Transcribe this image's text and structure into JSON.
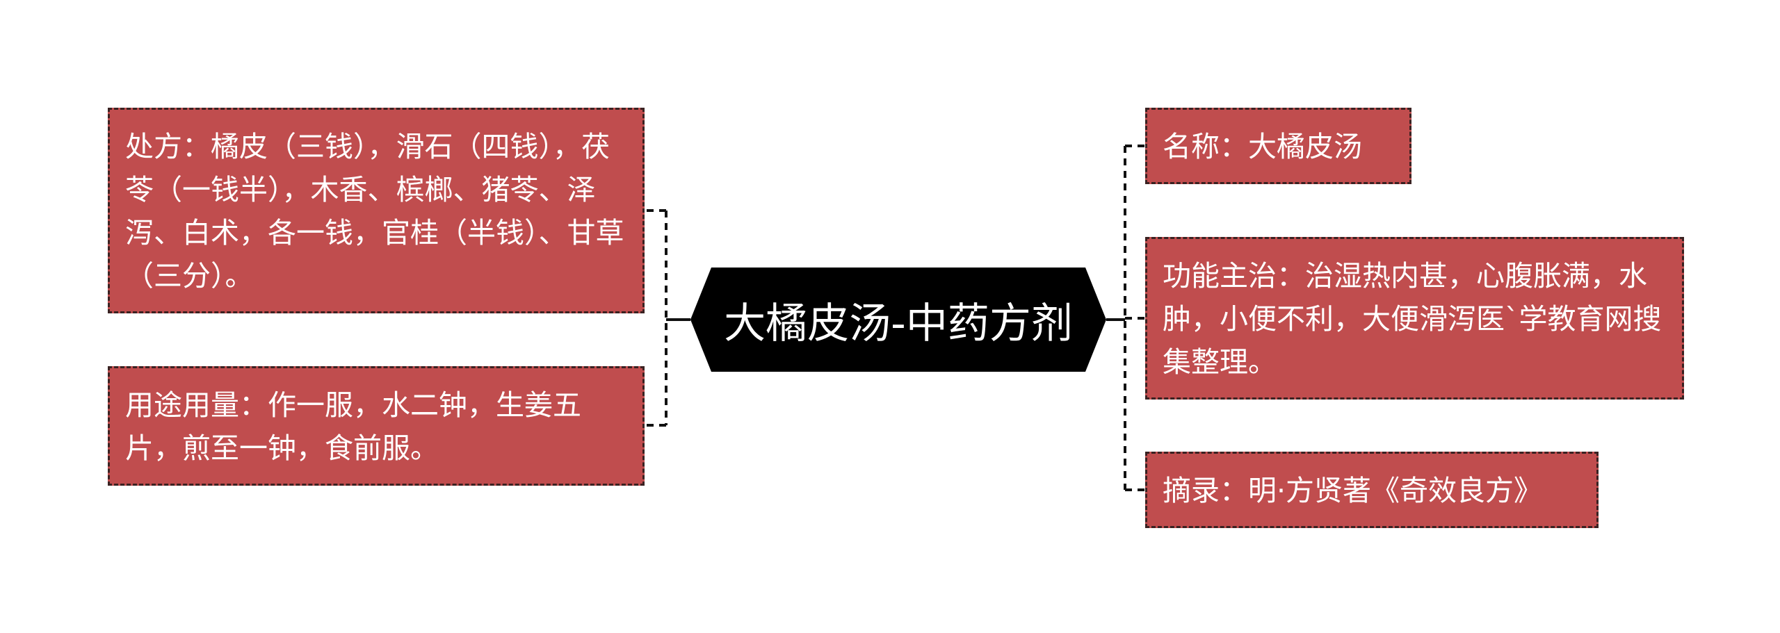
{
  "central_topic": {
    "title": "大橘皮汤-中药方剂"
  },
  "left_branches": [
    {
      "text": "处方：橘皮（三钱），滑石（四钱），茯苓（一钱半），木香、槟榔、猪苓、泽泻、白术，各一钱，官桂（半钱）、甘草（三分）。"
    },
    {
      "text": "用途用量：作一服，水二钟，生姜五片，煎至一钟，食前服。"
    }
  ],
  "right_branches": [
    {
      "text": "名称：大橘皮汤"
    },
    {
      "text": "功能主治：治湿热内甚，心腹胀满，水肿，小便不利，大便滑泻医`学教育网搜集整理。"
    },
    {
      "text": "摘录：明·方贤著《奇效良方》"
    }
  ],
  "colors": {
    "node_fill": "#c04d4e",
    "node_border": "#3a2222",
    "center_fill": "#000000",
    "text_on_node": "#ffffff"
  }
}
